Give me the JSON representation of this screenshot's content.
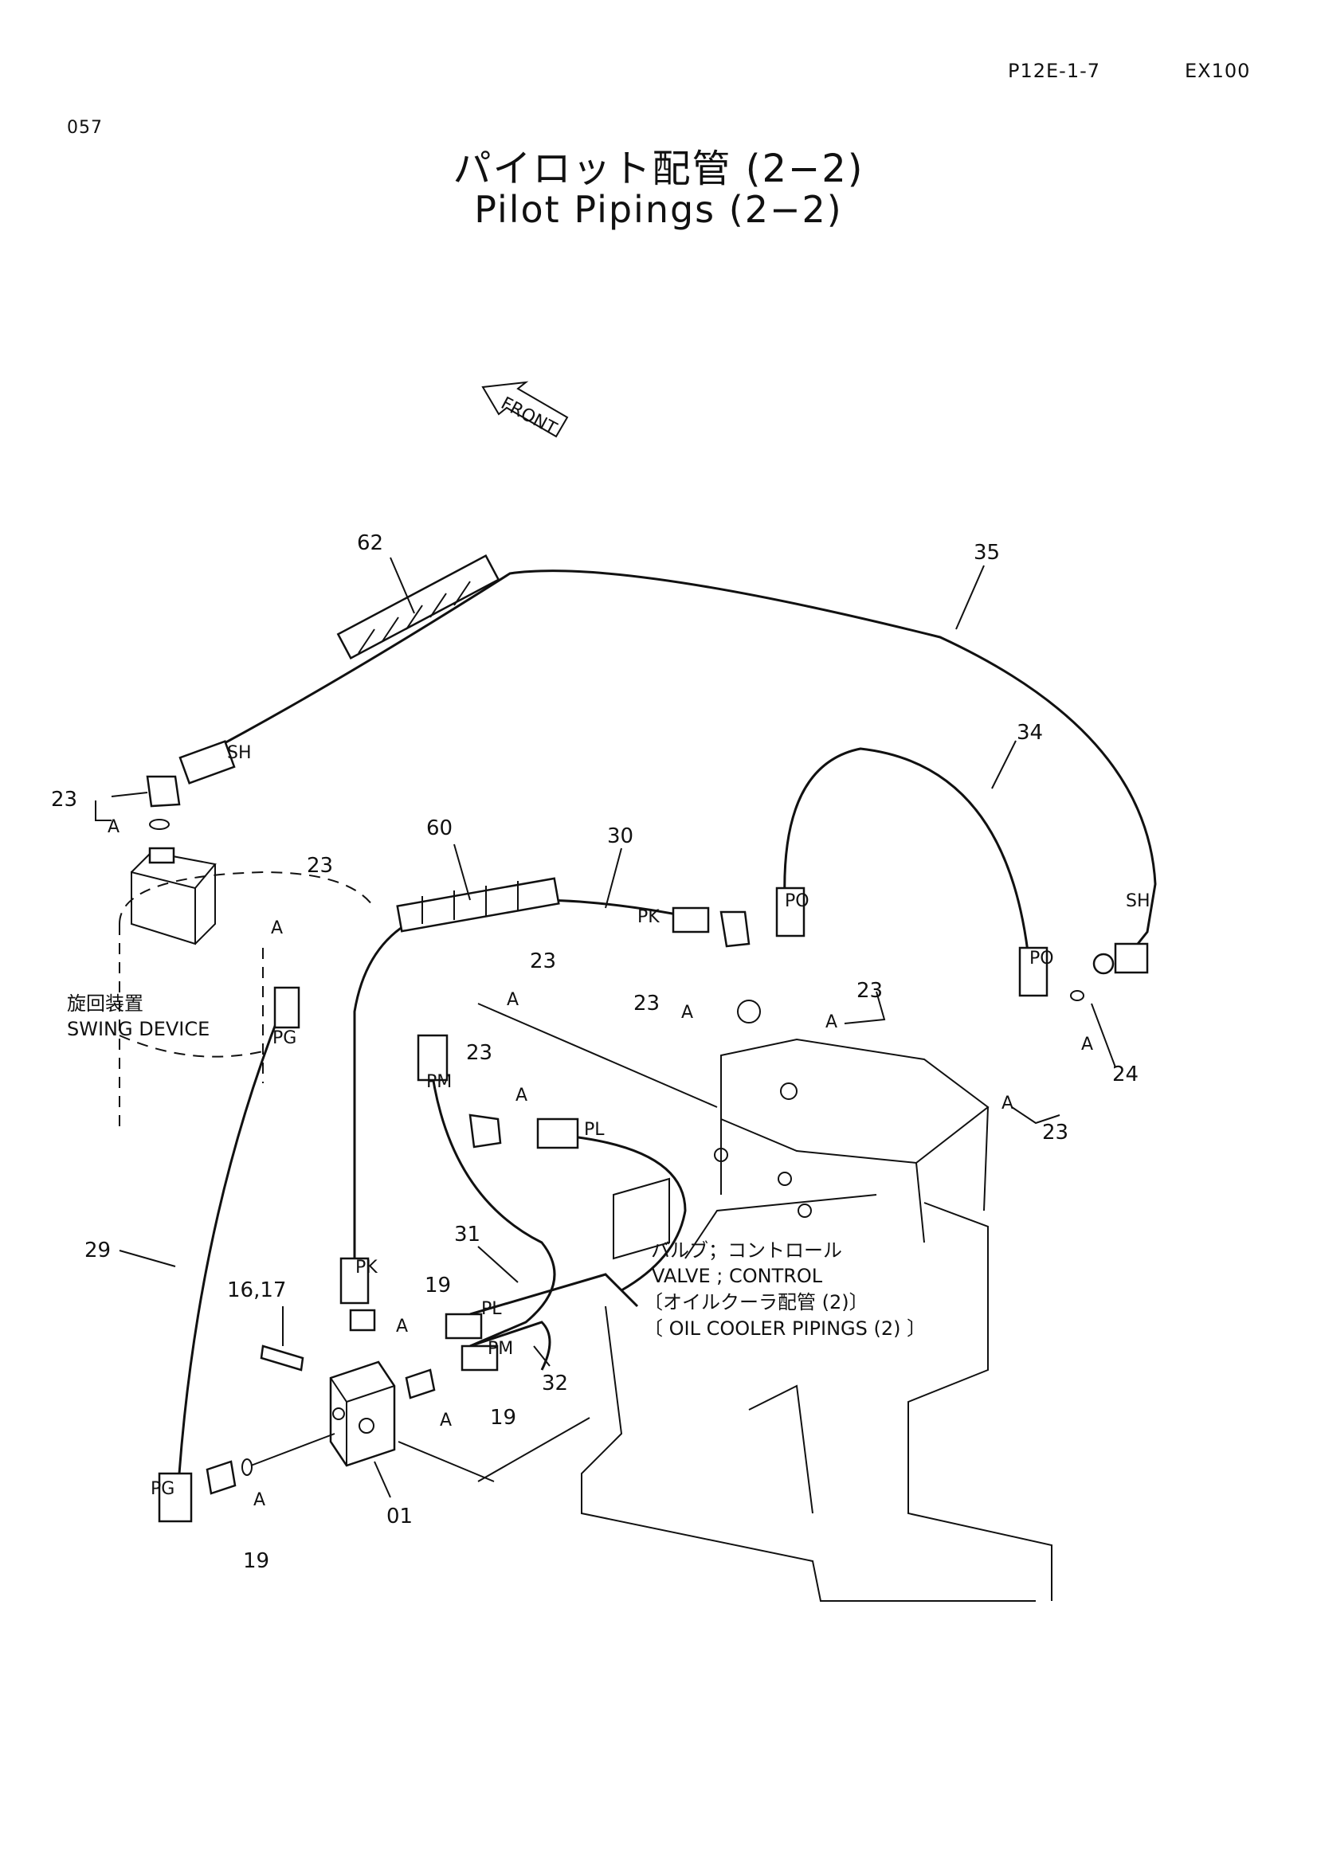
{
  "header": {
    "page_code": "P12E-1-7",
    "model": "EX100",
    "sheet_number": "057"
  },
  "title": {
    "japanese": "パイロット配管 (2−2)",
    "english": "Pilot Pipings (2−2)"
  },
  "orientation": {
    "front_label": "FRONT"
  },
  "components": {
    "swing_device_jp": "旋回装置",
    "swing_device_en": "SWING DEVICE",
    "control_valve_jp": "バルブ；コントロール",
    "control_valve_en": "VALVE ; CONTROL",
    "oil_cooler_jp": "〔オイルクーラ配管 (2)〕",
    "oil_cooler_en": "〔 OIL COOLER PIPINGS (2) 〕"
  },
  "port_labels": {
    "sh": "SH",
    "pk": "PK",
    "po": "PO",
    "pg": "PG",
    "pm": "PM",
    "pl": "PL",
    "a": "A"
  },
  "part_numbers": {
    "p62": "62",
    "p35": "35",
    "p34": "34",
    "p60": "60",
    "p30": "30",
    "p23": "23",
    "p24": "24",
    "p29": "29",
    "p31": "31",
    "p32": "32",
    "p19": "19",
    "p16_17": "16,17",
    "p01": "01"
  },
  "colors": {
    "ink": "#111111",
    "paper": "#ffffff"
  }
}
